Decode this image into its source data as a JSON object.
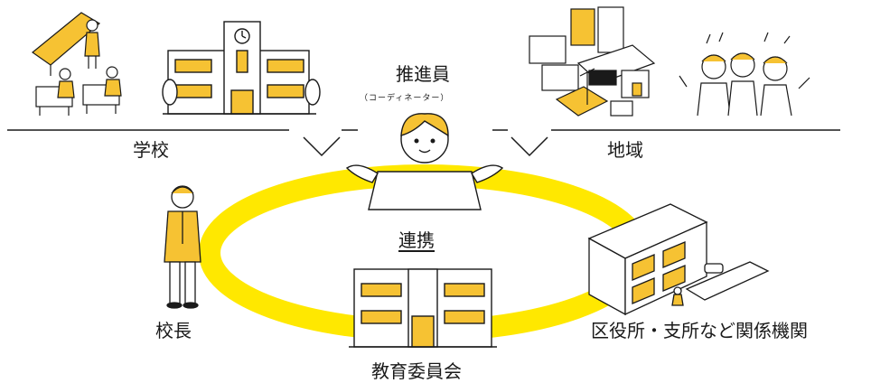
{
  "labels": {
    "school": "学校",
    "community": "地域",
    "coordinator": "推進員",
    "coordinator_sub": "（コーディネーター）",
    "cooperation": "連携",
    "principal": "校長",
    "board_of_education": "教育委員会",
    "related_organizations": "区役所・支所など関係機関"
  },
  "colors": {
    "accent": "#ffe800",
    "building_yellow": "#f6c233",
    "line": "#1a1a1a"
  }
}
